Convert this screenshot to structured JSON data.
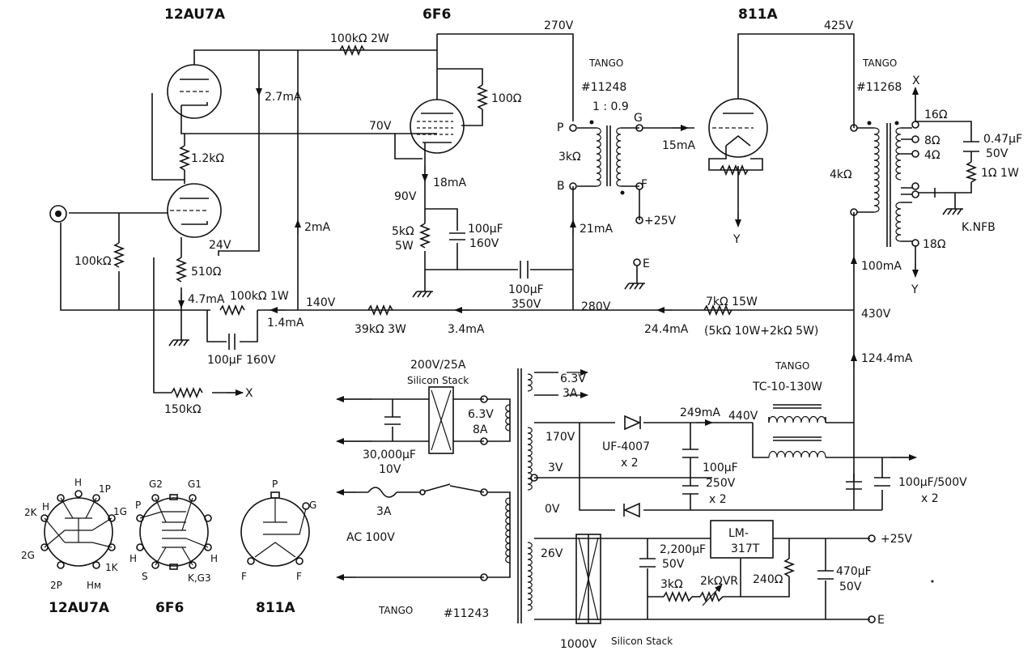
{
  "tubes": {
    "t12au7a": "12AU7A",
    "t6f6": "6F6",
    "t811a": "811A"
  },
  "input_stage": {
    "r_plate_sep": "1.2kΩ",
    "r_grid": "100kΩ",
    "r_cathode": "510Ω",
    "v_cathode": "24V",
    "i_plate": "2.7mA",
    "i_cathode": "4.7mA",
    "r_dec": "100kΩ 1W",
    "c_dec": "100µF 160V",
    "r_nfb": "150kΩ",
    "nfb_x": "X",
    "i_b": "2mA",
    "i_c": "1.4mA",
    "v_140": "140V"
  },
  "driver_stage": {
    "r_feed": "100kΩ 2W",
    "v_plate": "270V",
    "r_g2": "100Ω",
    "v_grid": "70V",
    "i_cath": "18mA",
    "v_cath": "90V",
    "r_cath": "5kΩ",
    "r_cath_w": "5W",
    "c_cath": "100µF",
    "c_cath_v": "160V",
    "c_bypass": "100µF",
    "c_bypass_v": "350V",
    "r_39k": "39kΩ 3W",
    "i_34": "3.4mA",
    "v_280": "280V",
    "i_21": "21mA"
  },
  "interstage": {
    "brand": "TANGO",
    "model": "#11248",
    "ratio": "1 : 0.9",
    "pin_p": "P",
    "pin_b": "B",
    "pin_g": "G",
    "pin_f": "F",
    "pin_e": "E",
    "imp": "3kΩ",
    "plus25": "+25V",
    "i_grid": "15mA"
  },
  "output_stage": {
    "v_plate": "425V",
    "brand": "TANGO",
    "model": "#11268",
    "imp": "4kΩ",
    "tap16": "16Ω",
    "tap8": "8Ω",
    "tap4": "4Ω",
    "tap18": "18Ω",
    "c_nfb": "0.47µF",
    "c_nfb_v": "50V",
    "r_nfb": "1Ω 1W",
    "knfb": "K.NFB",
    "x": "X",
    "y": "Y",
    "y2": "Y",
    "i_100": "100mA",
    "v_430": "430V",
    "r_7k": "7kΩ 15W",
    "r_7k_note": "(5kΩ 10W+2kΩ 5W)",
    "i_244": "24.4mA",
    "i_1244": "124.4mA"
  },
  "power": {
    "stack1": "200V/25A",
    "stack1_label": "Silicon Stack",
    "c_30000": "30,000µF",
    "c_30000_v": "10V",
    "heater8a_v": "6.3V",
    "heater8a_a": "8A",
    "heater3a_v": "6.3V",
    "heater3a_a": "3A",
    "tap170": "170V",
    "tap3": "3V",
    "tap0": "0V",
    "diode": "UF-4007",
    "diode_x2": "x 2",
    "c_hv": "100µF",
    "c_hv_v": "250V",
    "c_hv_x2": "x 2",
    "i_249": "249mA",
    "v_440": "440V",
    "choke_brand": "TANGO",
    "choke": "TC-10-130W",
    "c_500": "100µF/500V",
    "c_500_x2": "x 2",
    "fuse": "3A",
    "ac": "AC 100V",
    "tap26": "26V",
    "c_2200": "2,200µF",
    "c_2200_v": "50V",
    "reg1": "LM-",
    "reg2": "317T",
    "r_3k": "3kΩ",
    "vr_2k": "2kΩVR",
    "r_240": "240Ω",
    "c_470": "470µF",
    "c_470_v": "50V",
    "out25": "+25V",
    "out_e": "E",
    "tango": "TANGO",
    "ptrans": "#11243",
    "v_1000": "1000V",
    "stack2": "Silicon Stack"
  },
  "pinouts": {
    "a_h_left": "H",
    "a_h_top": "H",
    "a_1p": "1P",
    "a_1g": "1G",
    "a_1k": "1K",
    "a_hm": "Hм",
    "a_2p": "2P",
    "a_2g": "2G",
    "a_2k": "2K",
    "b_g2": "G2",
    "b_g1": "G1",
    "b_p": "P",
    "b_h1": "H",
    "b_s": "S",
    "b_kg3": "K,G3",
    "b_h2": "H",
    "c_p": "P",
    "c_g": "G",
    "c_f1": "F",
    "c_f2": "F",
    "label_a": "12AU7A",
    "label_b": "6F6",
    "label_c": "811A"
  }
}
